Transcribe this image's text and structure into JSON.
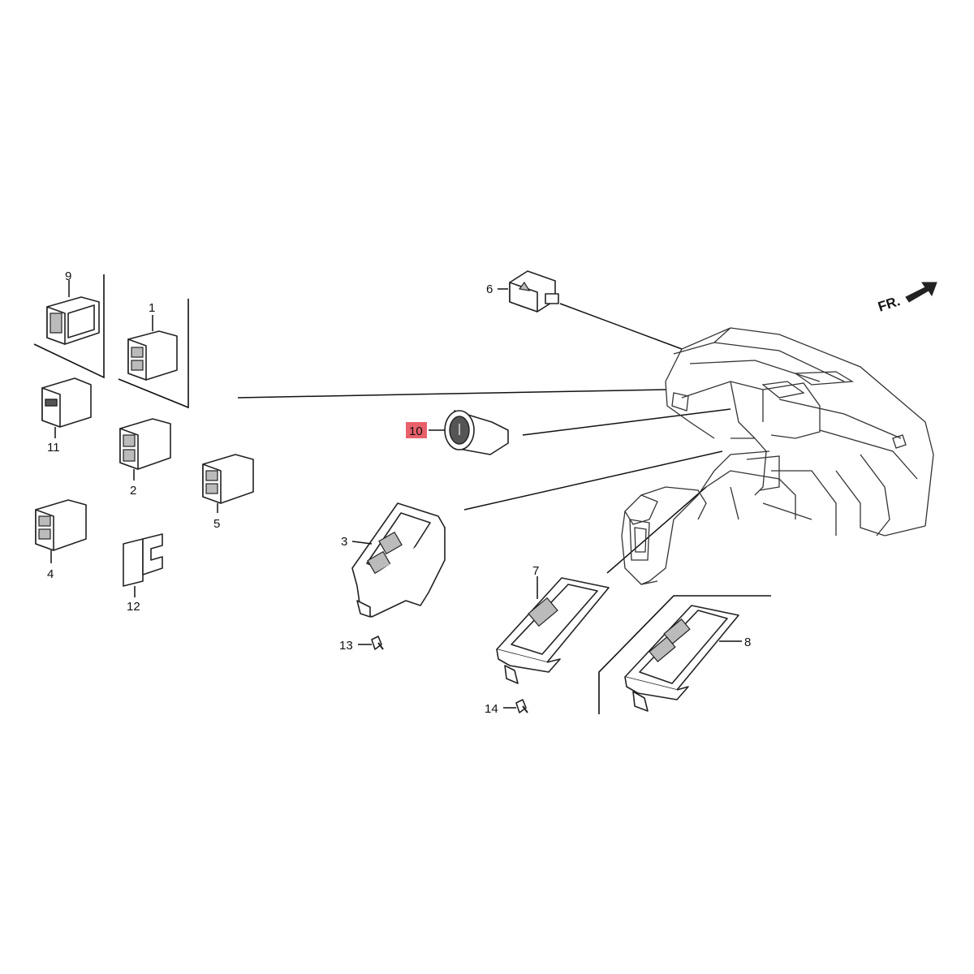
{
  "arrow_label": "FR.",
  "highlight_color": "#e8606a",
  "callouts": {
    "p1": "1",
    "p2": "2",
    "p3": "3",
    "p4": "4",
    "p5": "5",
    "p6": "6",
    "p7": "7",
    "p8": "8",
    "p9": "9",
    "p10": "10",
    "p11": "11",
    "p12": "12",
    "p13": "13",
    "p14": "14"
  }
}
